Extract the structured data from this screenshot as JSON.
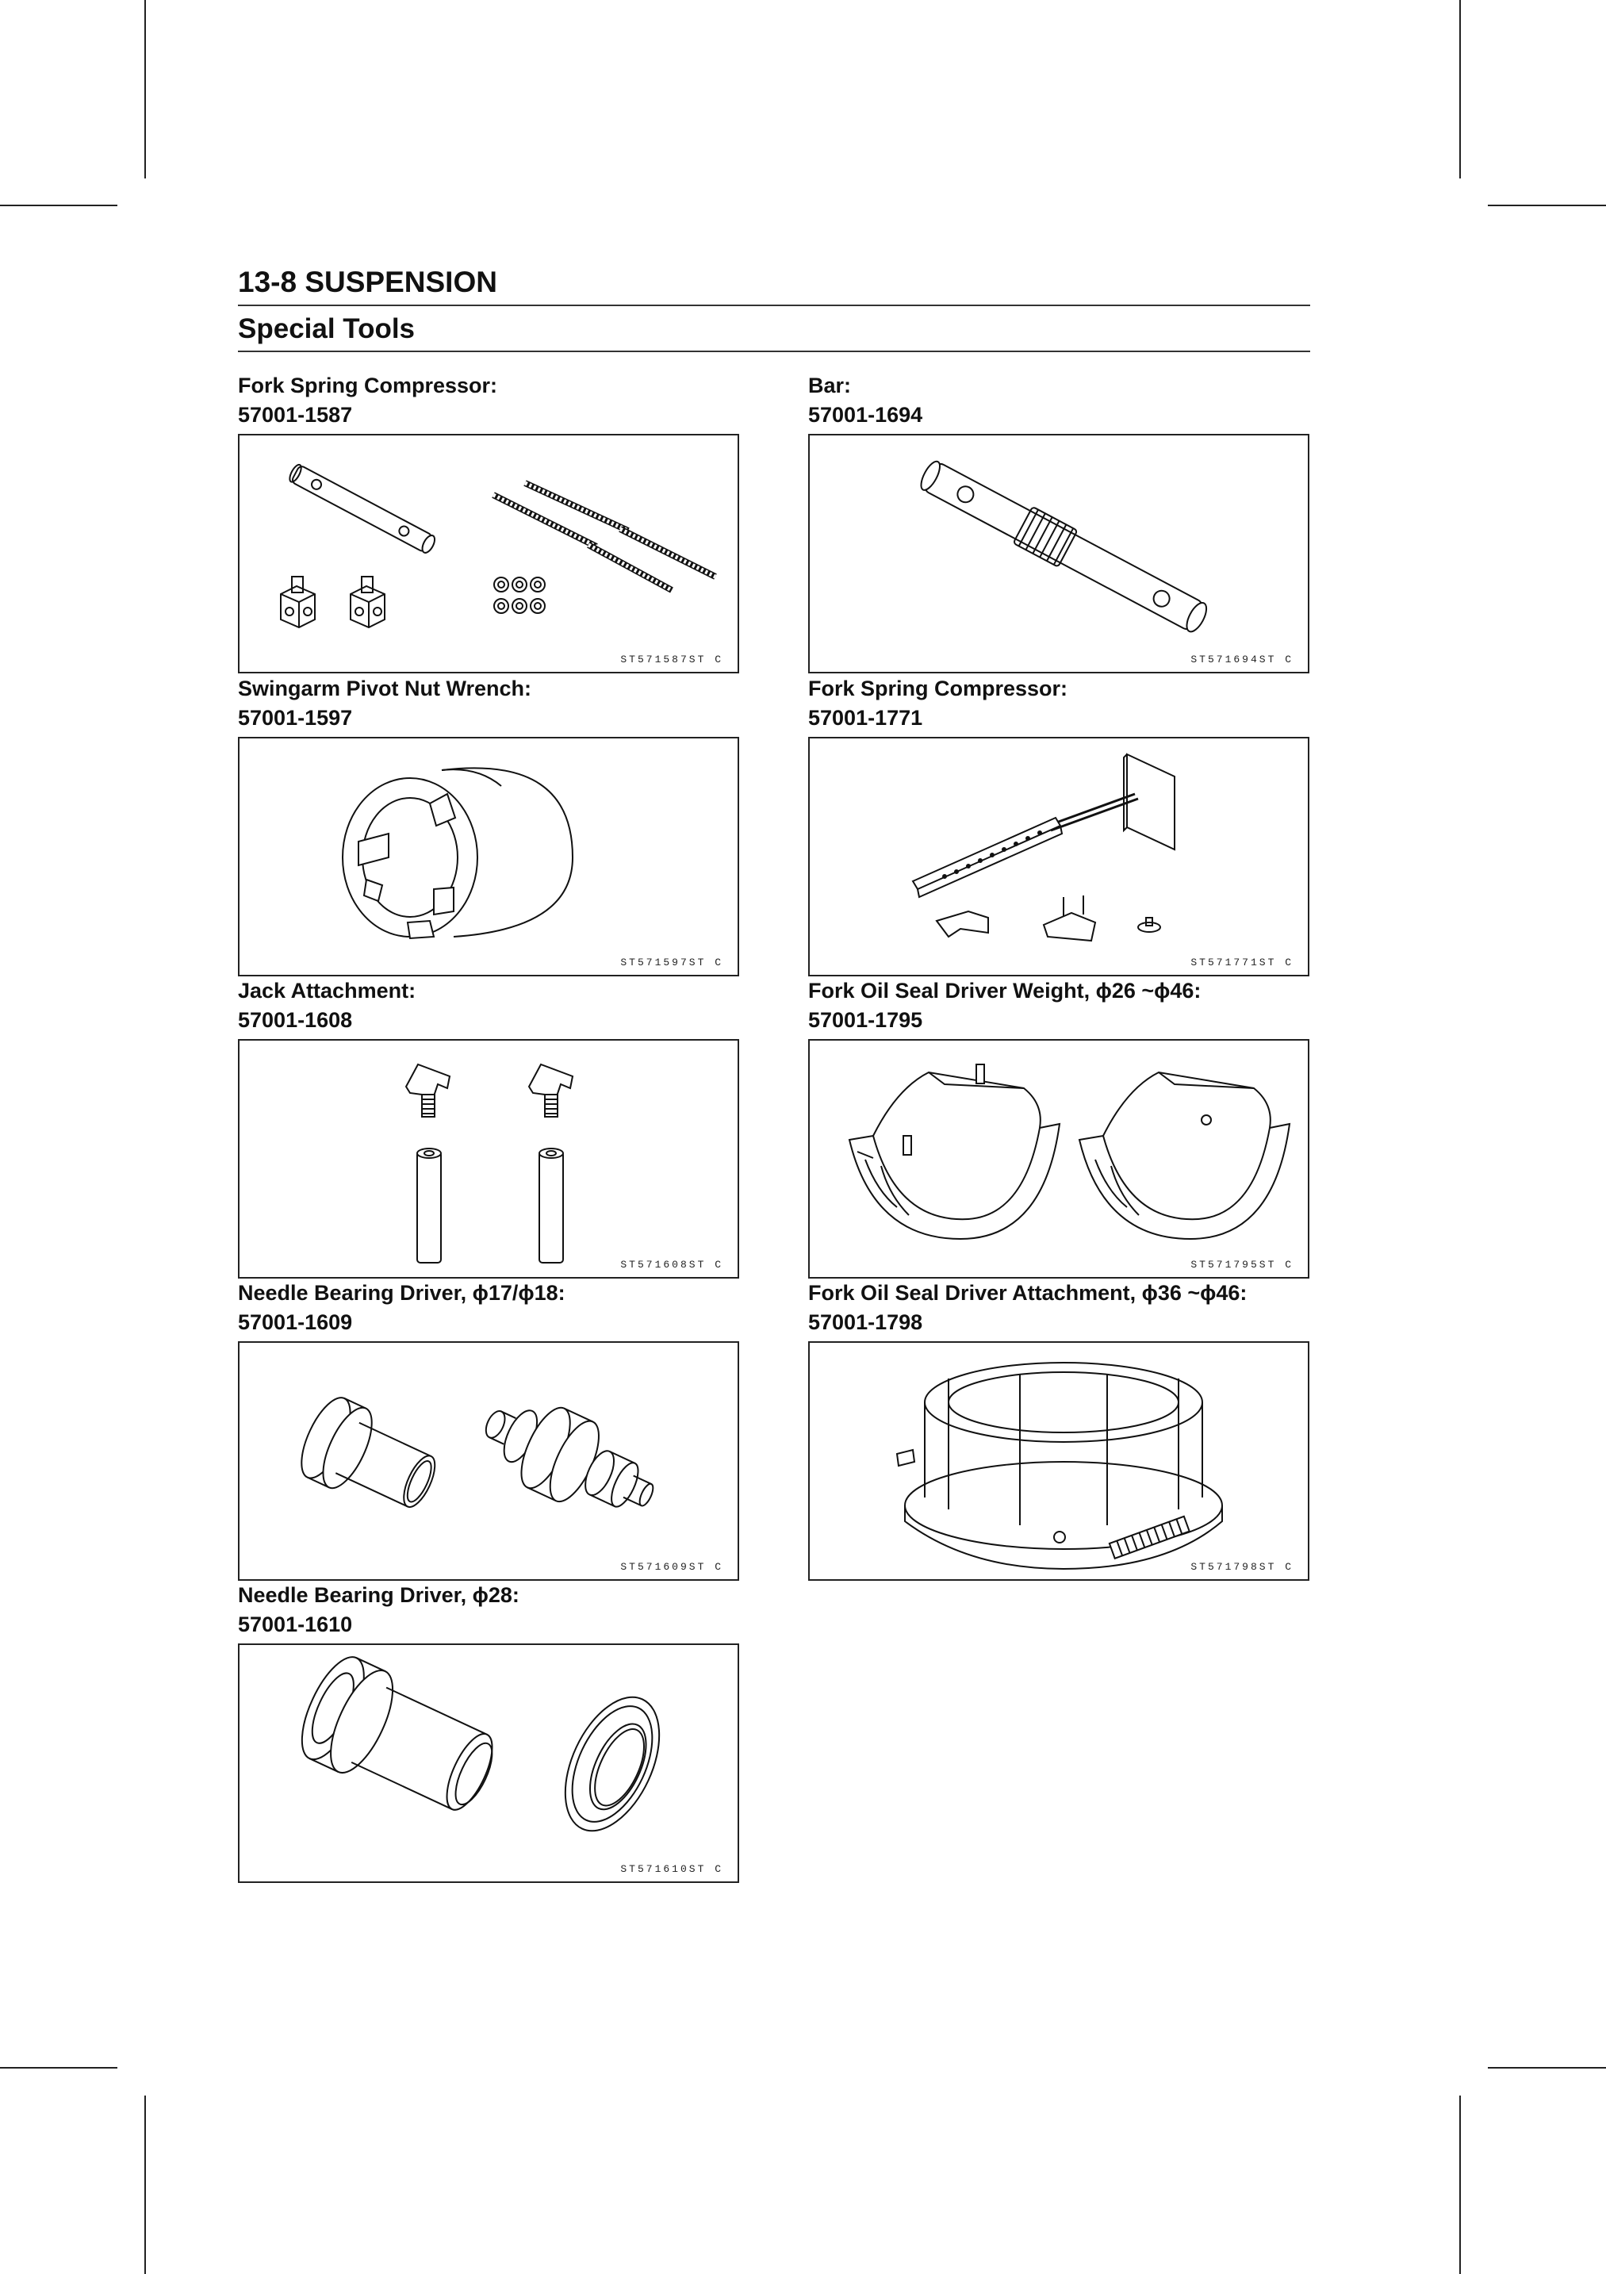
{
  "page": {
    "title": "13-8 SUSPENSION",
    "section": "Special Tools"
  },
  "tools": [
    {
      "name": "Fork Spring Compressor:",
      "number": "57001-1587",
      "code": "ST571587ST C",
      "icon": "fork-spring-compressor-1587-illustration"
    },
    {
      "name": "Bar:",
      "number": "57001-1694",
      "code": "ST571694ST C",
      "icon": "bar-illustration"
    },
    {
      "name": "Swingarm Pivot Nut Wrench:",
      "number": "57001-1597",
      "code": "ST571597ST C",
      "icon": "pivot-nut-wrench-illustration"
    },
    {
      "name": "Fork Spring Compressor:",
      "number": "57001-1771",
      "code": "ST571771ST C",
      "icon": "fork-spring-compressor-1771-illustration"
    },
    {
      "name": "Jack Attachment:",
      "number": "57001-1608",
      "code": "ST571608ST C",
      "icon": "jack-attachment-illustration"
    },
    {
      "name": "Fork Oil Seal Driver Weight, ϕ26 ~ϕ46:",
      "number": "57001-1795",
      "code": "ST571795ST C",
      "icon": "seal-driver-weight-illustration"
    },
    {
      "name": "Needle Bearing Driver, ϕ17/ϕ18:",
      "number": "57001-1609",
      "code": "ST571609ST C",
      "icon": "needle-bearing-driver-1609-illustration"
    },
    {
      "name": "Fork Oil Seal Driver Attachment, ϕ36 ~ϕ46:",
      "number": "57001-1798",
      "code": "ST571798ST C",
      "icon": "seal-driver-attachment-illustration"
    },
    {
      "name": "Needle Bearing Driver, ϕ28:",
      "number": "57001-1610",
      "code": "ST571610ST C",
      "icon": "needle-bearing-driver-1610-illustration"
    }
  ]
}
